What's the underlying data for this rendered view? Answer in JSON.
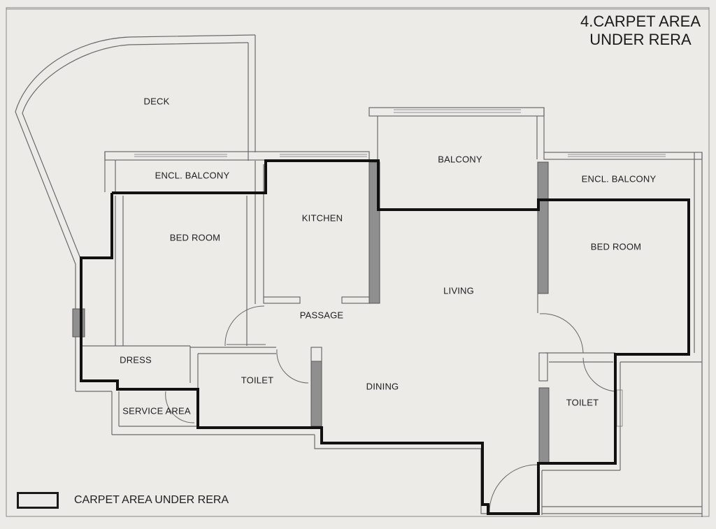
{
  "title": {
    "line1": "4.CARPET AREA",
    "line2": "UNDER RERA"
  },
  "legend": {
    "label": "CARPET AREA UNDER RERA",
    "swatch": "thick-outline-box"
  },
  "colors": {
    "paper": "#ecebe7",
    "carpet_outline": "#111111",
    "wall": "#6a6a6a",
    "column_fill": "#8f8f8f"
  },
  "rooms": [
    {
      "id": "deck",
      "label": "DECK"
    },
    {
      "id": "encl_balcony_left",
      "label": "ENCL. BALCONY"
    },
    {
      "id": "bed_room_left",
      "label": "BED ROOM"
    },
    {
      "id": "kitchen",
      "label": "KITCHEN"
    },
    {
      "id": "balcony",
      "label": "BALCONY"
    },
    {
      "id": "encl_balcony_right",
      "label": "ENCL. BALCONY"
    },
    {
      "id": "bed_room_right",
      "label": "BED ROOM"
    },
    {
      "id": "living",
      "label": "LIVING"
    },
    {
      "id": "passage",
      "label": "PASSAGE"
    },
    {
      "id": "dress",
      "label": "DRESS"
    },
    {
      "id": "toilet_left",
      "label": "TOILET"
    },
    {
      "id": "dining",
      "label": "DINING"
    },
    {
      "id": "service_area",
      "label": "SERVICE AREA"
    },
    {
      "id": "toilet_right",
      "label": "TOILET"
    }
  ]
}
